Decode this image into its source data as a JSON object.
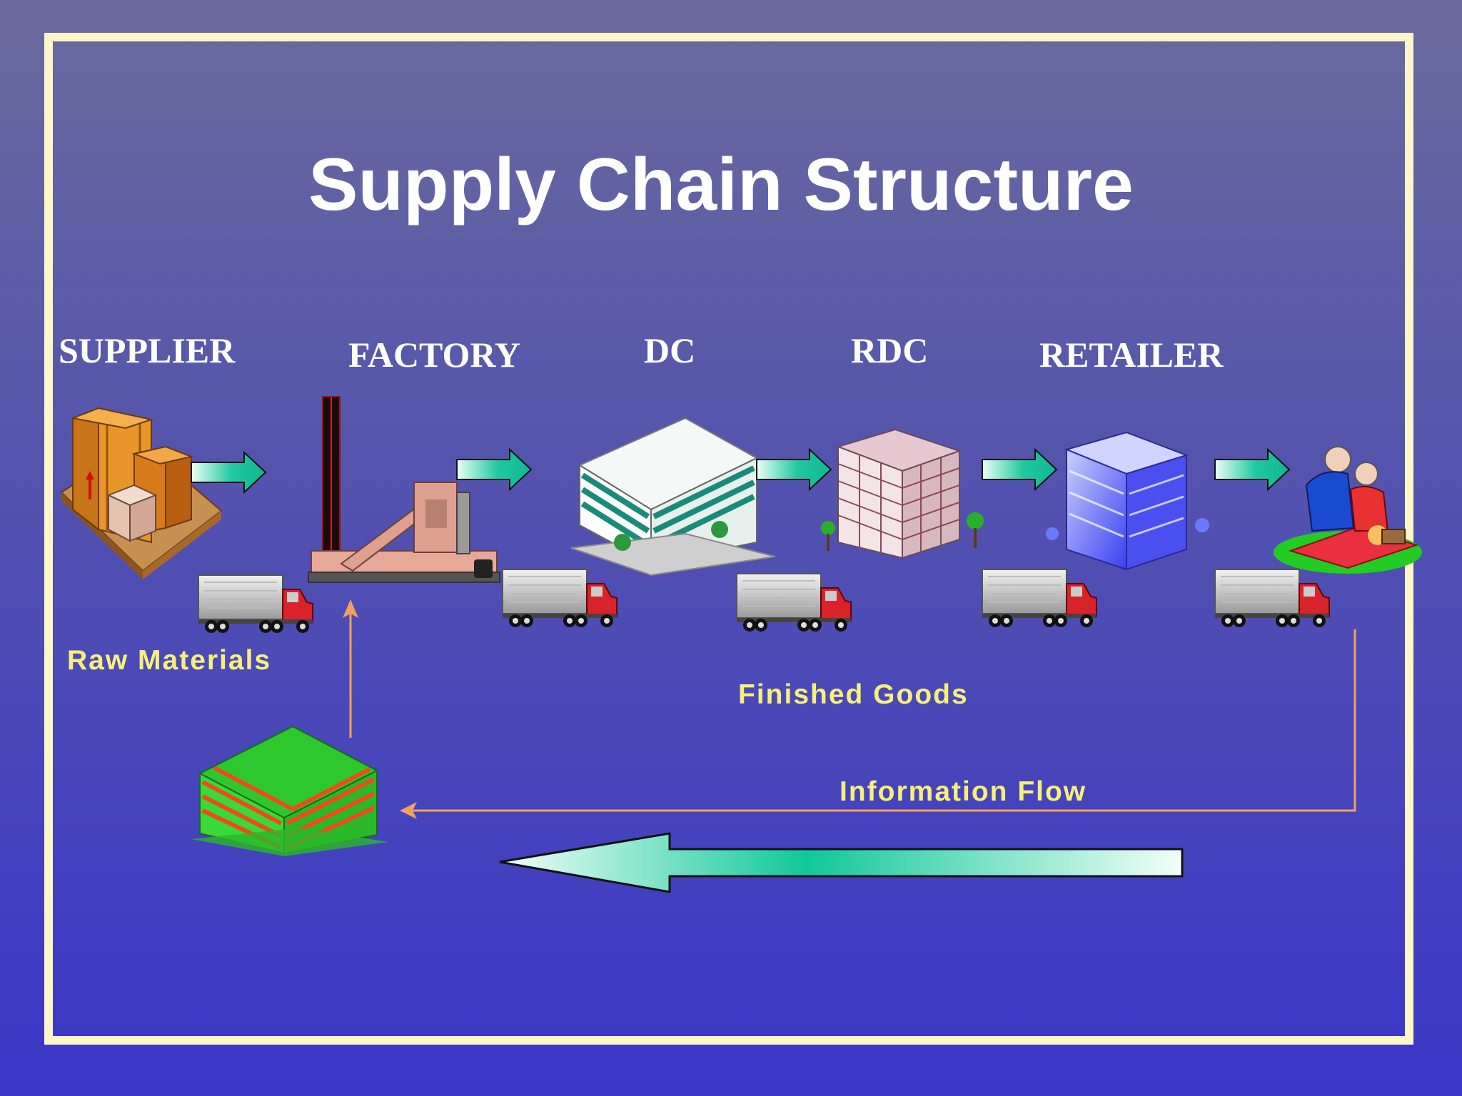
{
  "title": "Supply Chain Structure",
  "stages": [
    {
      "label": "SUPPLIER"
    },
    {
      "label": "FACTORY"
    },
    {
      "label": "DC"
    },
    {
      "label": "RDC"
    },
    {
      "label": "RETAILER"
    }
  ],
  "labels": {
    "raw_materials": "Raw Materials",
    "finished_goods": "Finished Goods",
    "information_flow": "Information Flow"
  },
  "colors": {
    "frame": "#fdf6c8",
    "title": "#ffffff",
    "label_yellow": "#f6f07a",
    "info_line": "#f4a060",
    "arrow_teal": "#20c8a0"
  },
  "icons": [
    "crates-icon",
    "factory-icon",
    "office-building-icon",
    "apartment-building-icon",
    "blue-building-icon",
    "customers-icon",
    "truck-icon",
    "green-building-icon"
  ]
}
